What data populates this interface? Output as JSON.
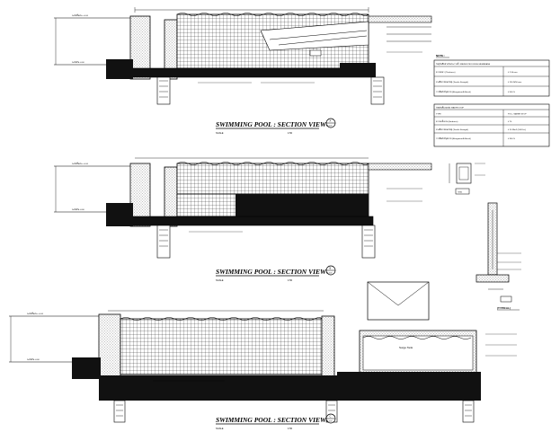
{
  "sections": [
    {
      "id": "A",
      "title": "SWIMMING POOL : SECTION VIEW",
      "marker_letter": "A",
      "marker_sheet": "ST-101",
      "scale_label": "SCALE",
      "scale_value": "1:50"
    },
    {
      "id": "B",
      "title": "SWIMMING POOL : SECTION VIEW",
      "marker_letter": "B",
      "marker_sheet": "ST-101",
      "scale_label": "SCALE",
      "scale_value": "1:50"
    },
    {
      "id": "C",
      "title": "SWIMMING POOL : SECTION VIEW",
      "marker_letter": "C",
      "marker_sheet": "ST-101",
      "scale_label": "SCALE",
      "scale_value": "1:50"
    }
  ],
  "surge_tank_label": "Surge Tank",
  "note": {
    "heading": "NOTE :",
    "waterproof": {
      "title": "วัสดุกันซึมสำหรับสระว่ายน้ำ WATER PROOFING MEMBRANE",
      "rows": [
        {
          "label": "ความหนา (Thickness)",
          "value": "≤ 1.50 mm."
        },
        {
          "label": "แรงดึงขาดของวัสดุ (Tensile Strength)",
          "value": "≤ 150 N/50 mm."
        },
        {
          "label": "การยืดตัวที่จุดขาด (Elongation At Break)",
          "value": "≤ 500 %"
        }
      ]
    },
    "waterstop": {
      "title": "วัสดุกันซึมรอยต่อ WATER STOP",
      "header": {
        "label": "TYPE",
        "value": "P.V.C. WATER STOP"
      },
      "rows": [
        {
          "label": "ความแข็งแรง (Hardness)",
          "value": "≤ 70"
        },
        {
          "label": "แรงดึงขาดของวัสดุ (Tensile Strength)",
          "value": "≤ 10 N/m2 (100 Ksc)"
        },
        {
          "label": "การยืดตัวที่จุดขาด (Elongation At Break)",
          "value": "≤ 300 %"
        }
      ]
    }
  },
  "detail": {
    "ws_label": "WS1",
    "typical_label": "(TYPICAL)"
  }
}
